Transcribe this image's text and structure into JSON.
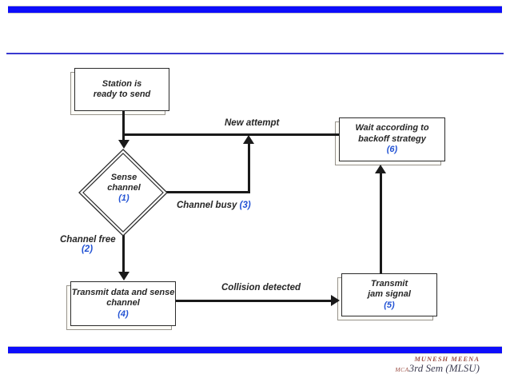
{
  "slide": {
    "type": "flowchart-presentation-slide",
    "colors": {
      "bar_blue": "#0d0dfb",
      "thin_line_blue": "#3a3ad0",
      "accent_blue": "#2353d4",
      "flow_black": "#1a1a1a",
      "credit_maroon": "#9c4f45",
      "credit_navy": "#3d3d52"
    }
  },
  "nodes": {
    "station": {
      "line1": "Station is",
      "line2": "ready to send"
    },
    "sense": {
      "line1": "Sense",
      "line2": "channel",
      "num": "(1)"
    },
    "wait": {
      "line1": "Wait according to",
      "line2": "backoff strategy",
      "num": "(6)"
    },
    "transmit_data": {
      "line1": "Transmit data and sense",
      "line2": "channel",
      "num": "(4)"
    },
    "jam": {
      "line1": "Transmit",
      "line2": "jam signal",
      "num": "(5)"
    }
  },
  "labels": {
    "new_attempt": "New attempt",
    "channel_busy": "Channel busy ",
    "channel_busy_num": "(3)",
    "channel_free": "Channel free",
    "channel_free_num": "(2)",
    "collision_detected": "Collision detected"
  },
  "footer": {
    "author": "MUNESH  MEENA",
    "degree": "MCA",
    "semester": "3rd Sem (MLSU)"
  }
}
